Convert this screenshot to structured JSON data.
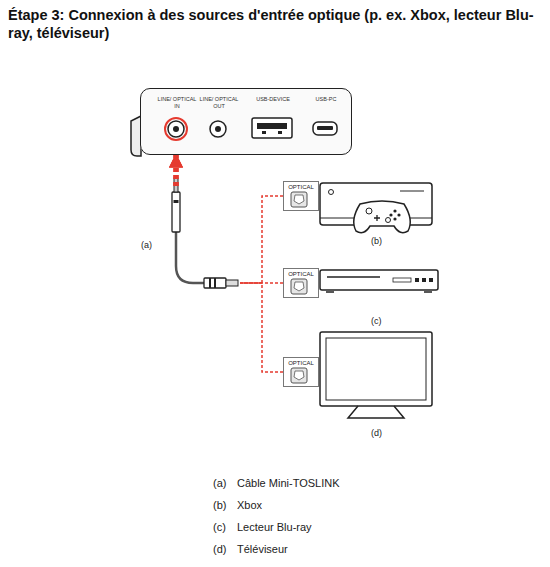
{
  "diagram": {
    "title": "Étape 3: Connexion à des sources d'entrée optique (p. ex. Xbox, lecteur Blu-ray, téléviseur)",
    "nodes": [
      {
        "text": [
          "LINE/ OPTICAL IN",
          "LINE/ OPTICAL OUT",
          "USB-DEVICE",
          "USB-PC"
        ]
      },
      {
        "text": [
          "OPTICAL"
        ]
      },
      {
        "text": [
          "OPTICAL"
        ]
      },
      {
        "text": [
          "OPTICAL"
        ]
      }
    ],
    "edges": [
      {
        "from": 1,
        "to": 0,
        "arrow": "to"
      },
      {
        "from": 2,
        "to": 0,
        "arrow": "to"
      },
      {
        "from": 3,
        "to": 0,
        "arrow": "to"
      }
    ],
    "labels": [
      "(a)",
      "(b)",
      "(c)",
      "(d)",
      "(a)",
      "Câble Mini-TOSLINK",
      "(b)",
      "Xbox",
      "(c)",
      "Lecteur Blu-ray",
      "(d)",
      "Téléviseur"
    ]
  }
}
